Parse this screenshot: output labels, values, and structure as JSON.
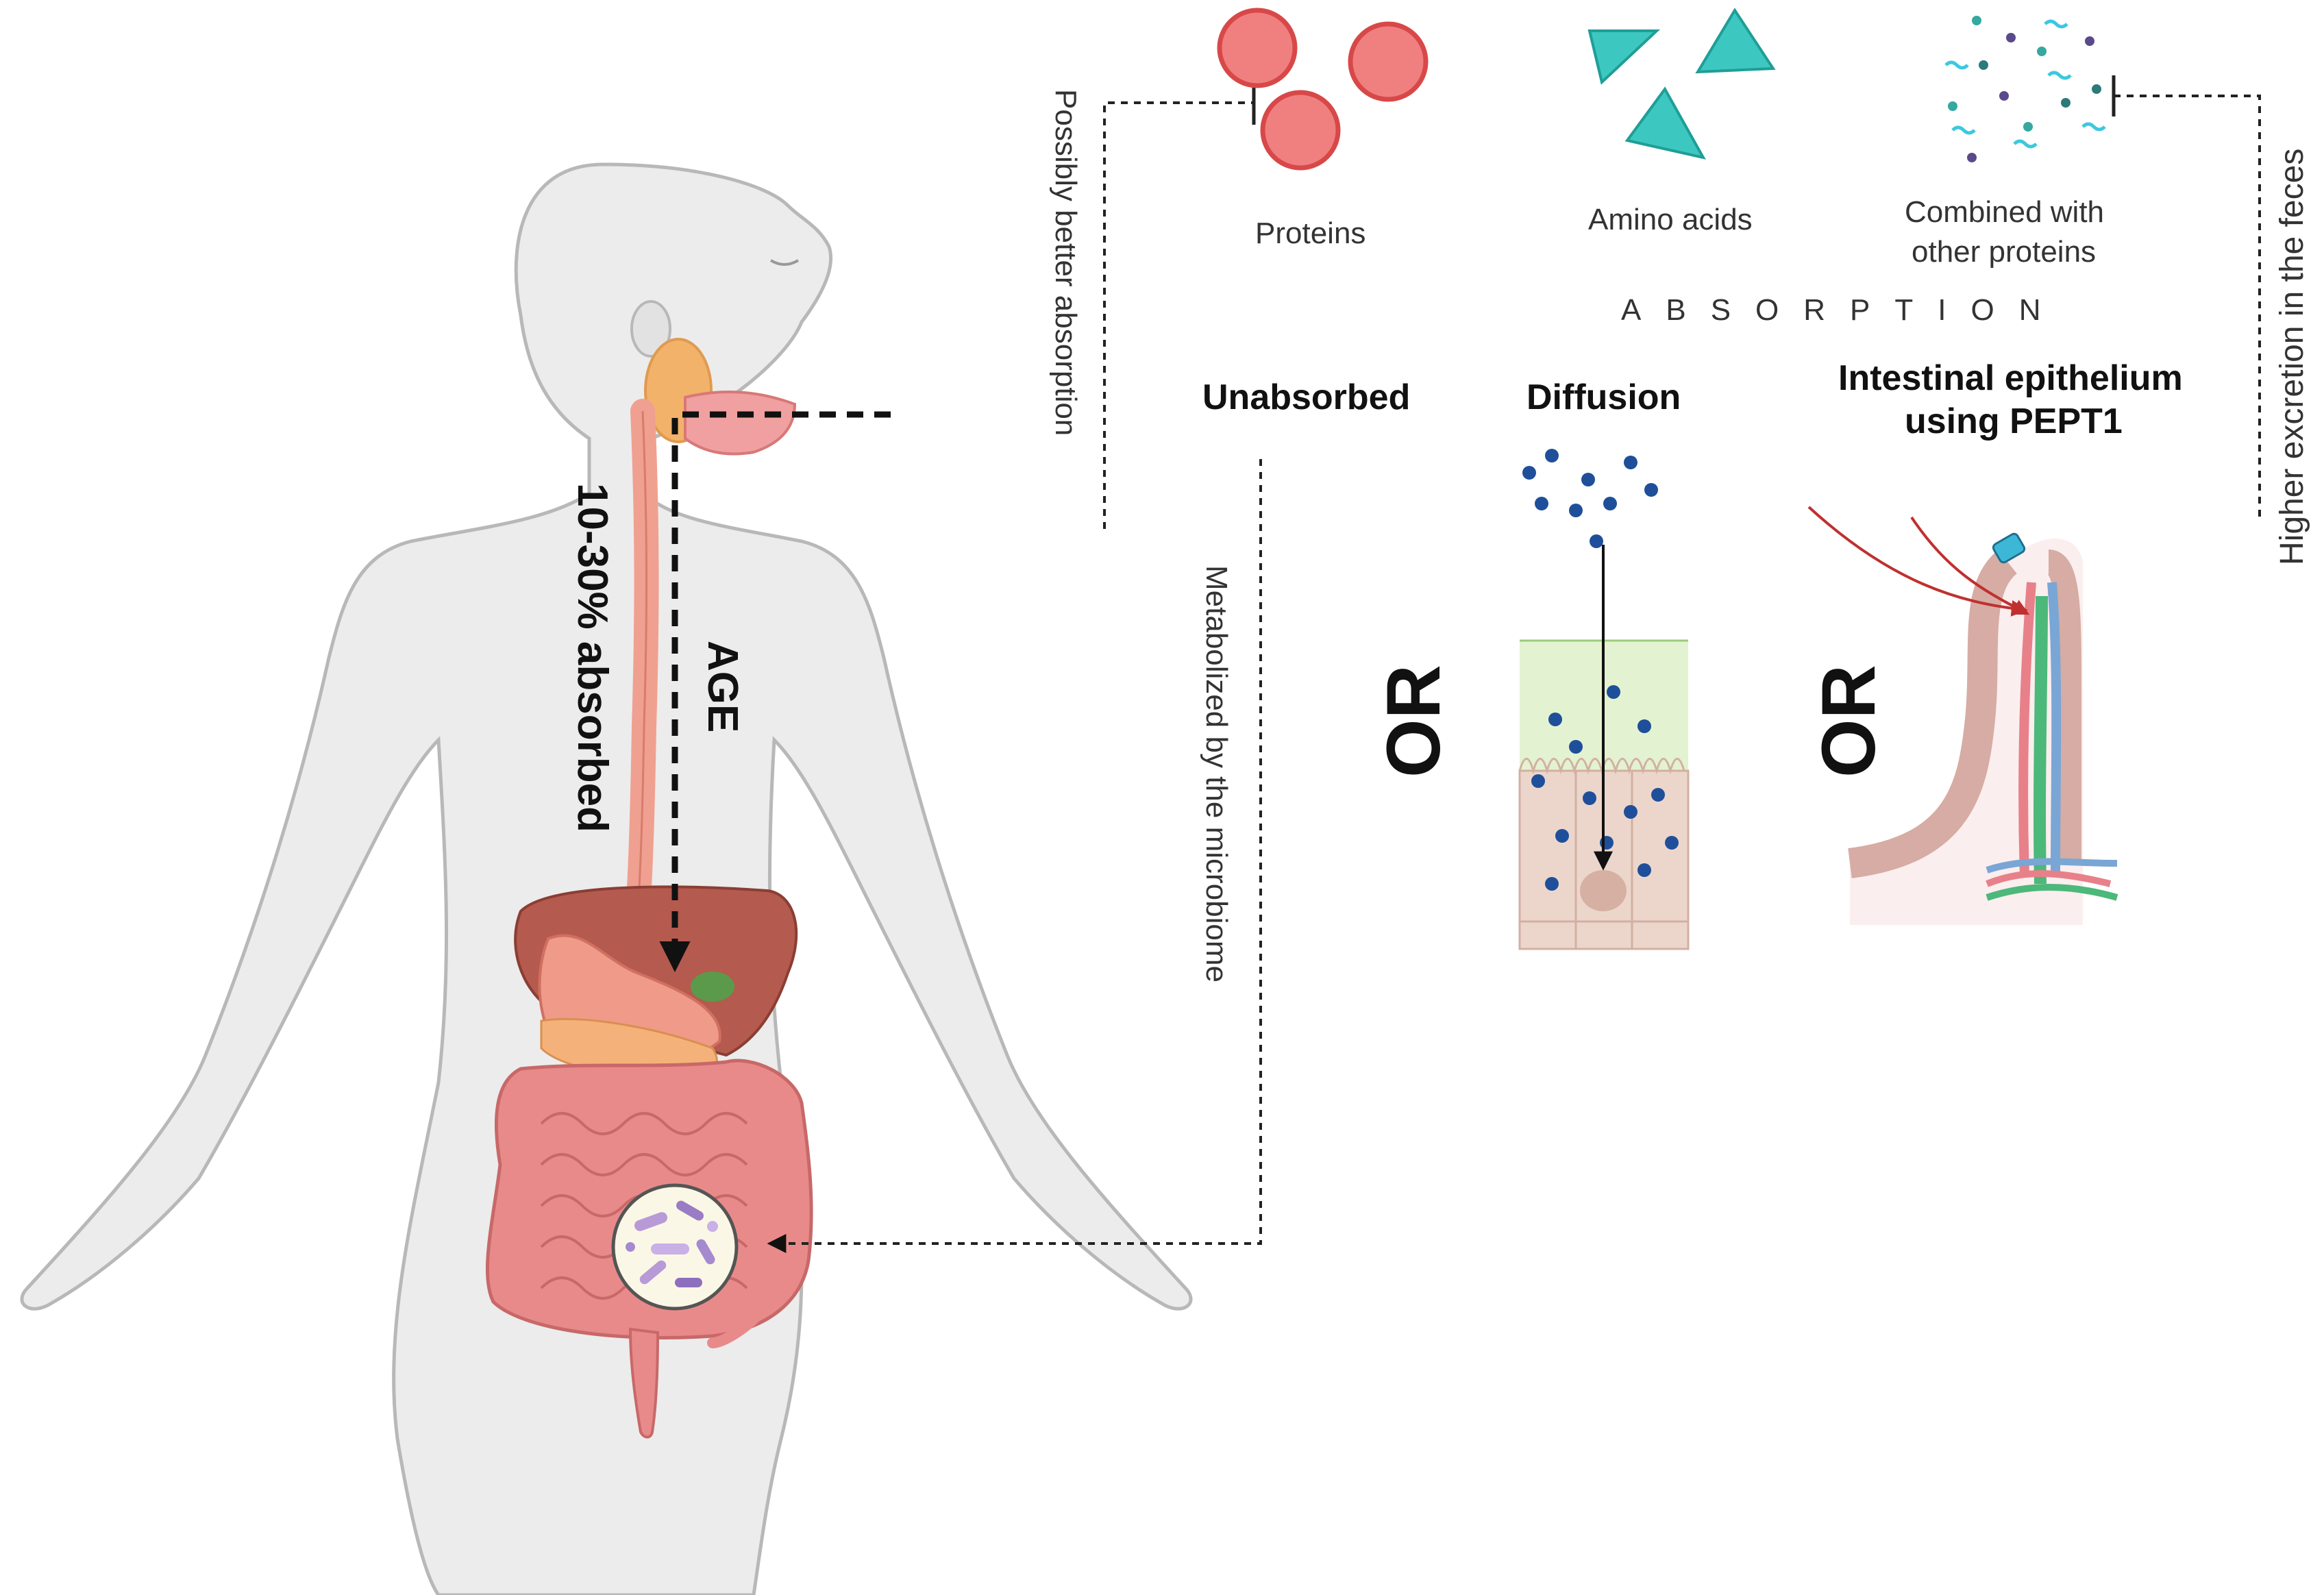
{
  "labels": {
    "proteins": "Proteins",
    "amino_acids": "Amino acids",
    "combined_line1": "Combined with",
    "combined_line2": "other proteins",
    "absorption": "ABSORPTION",
    "unabsorbed": "Unabsorbed",
    "diffusion": "Diffusion",
    "epithelium_line1": "Intestinal epithelium",
    "epithelium_line2": "using PEPT1",
    "or_1": "OR",
    "or_2": "OR",
    "age": "AGE",
    "absorbed_pct": "10-30% absorbed",
    "better_absorption": "Possibly better absorption",
    "microbiome": "Metabolized by the microbiome",
    "excretion": "Higher excretion in the feces"
  },
  "colors": {
    "protein": "#f08080",
    "protein_stroke": "#d84848",
    "amino_acid": "#3cc8c0",
    "body": "#ececec",
    "body_stroke": "#b8b8b8",
    "intestine": "#e98a8a",
    "liver": "#b55a4e",
    "pancreas": "#f4b27a",
    "esophagus": "#f0a090",
    "diffusion_top": "#e3f2d0",
    "diffusion_bottom": "#ecd6cc",
    "particle": "#1f4f9a"
  }
}
